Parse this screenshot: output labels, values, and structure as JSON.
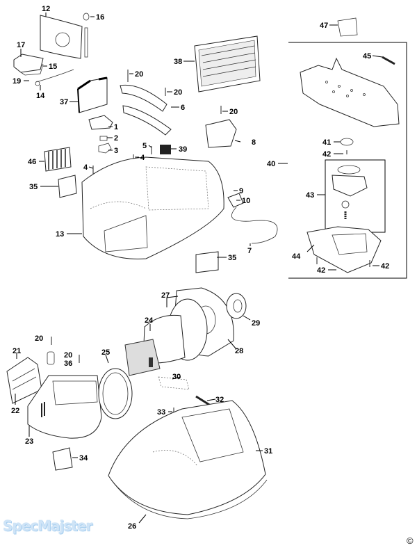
{
  "diagram": {
    "type": "exploded-parts-diagram",
    "watermark": "SpecMajster",
    "copyright_symbol": "©",
    "group_box_label": "40",
    "sub_box_label": "43",
    "part_labels": [
      {
        "id": "p12",
        "text": "12"
      },
      {
        "id": "p16",
        "text": "16"
      },
      {
        "id": "p17",
        "text": "17"
      },
      {
        "id": "p15",
        "text": "15"
      },
      {
        "id": "p19",
        "text": "19"
      },
      {
        "id": "p14",
        "text": "14"
      },
      {
        "id": "p37",
        "text": "37"
      },
      {
        "id": "p20a",
        "text": "20"
      },
      {
        "id": "p20b",
        "text": "20"
      },
      {
        "id": "p6",
        "text": "6"
      },
      {
        "id": "p38",
        "text": "38"
      },
      {
        "id": "p20c",
        "text": "20"
      },
      {
        "id": "p8",
        "text": "8"
      },
      {
        "id": "p1",
        "text": "1"
      },
      {
        "id": "p2",
        "text": "2"
      },
      {
        "id": "p3",
        "text": "3"
      },
      {
        "id": "p5",
        "text": "5"
      },
      {
        "id": "p39",
        "text": "39"
      },
      {
        "id": "p4a",
        "text": "4"
      },
      {
        "id": "p4b",
        "text": "4"
      },
      {
        "id": "p46",
        "text": "46"
      },
      {
        "id": "p35a",
        "text": "35"
      },
      {
        "id": "p9",
        "text": "9"
      },
      {
        "id": "p10",
        "text": "10"
      },
      {
        "id": "p13",
        "text": "13"
      },
      {
        "id": "p7",
        "text": "7"
      },
      {
        "id": "p35b",
        "text": "35"
      },
      {
        "id": "p47",
        "text": "47"
      },
      {
        "id": "p45",
        "text": "45"
      },
      {
        "id": "p41",
        "text": "41"
      },
      {
        "id": "p42a",
        "text": "42"
      },
      {
        "id": "p40",
        "text": "40"
      },
      {
        "id": "p43",
        "text": "43"
      },
      {
        "id": "p44",
        "text": "44"
      },
      {
        "id": "p42b",
        "text": "42"
      },
      {
        "id": "p42c",
        "text": "42"
      },
      {
        "id": "p27",
        "text": "27"
      },
      {
        "id": "p24",
        "text": "24"
      },
      {
        "id": "p29",
        "text": "29"
      },
      {
        "id": "p28",
        "text": "28"
      },
      {
        "id": "p20d",
        "text": "20"
      },
      {
        "id": "p21",
        "text": "21"
      },
      {
        "id": "p20e",
        "text": "20"
      },
      {
        "id": "p36",
        "text": "36"
      },
      {
        "id": "p25",
        "text": "25"
      },
      {
        "id": "p22",
        "text": "22"
      },
      {
        "id": "p23",
        "text": "23"
      },
      {
        "id": "p30",
        "text": "30"
      },
      {
        "id": "p32",
        "text": "32"
      },
      {
        "id": "p33",
        "text": "33"
      },
      {
        "id": "p34",
        "text": "34"
      },
      {
        "id": "p31",
        "text": "31"
      },
      {
        "id": "p26",
        "text": "26"
      }
    ]
  }
}
